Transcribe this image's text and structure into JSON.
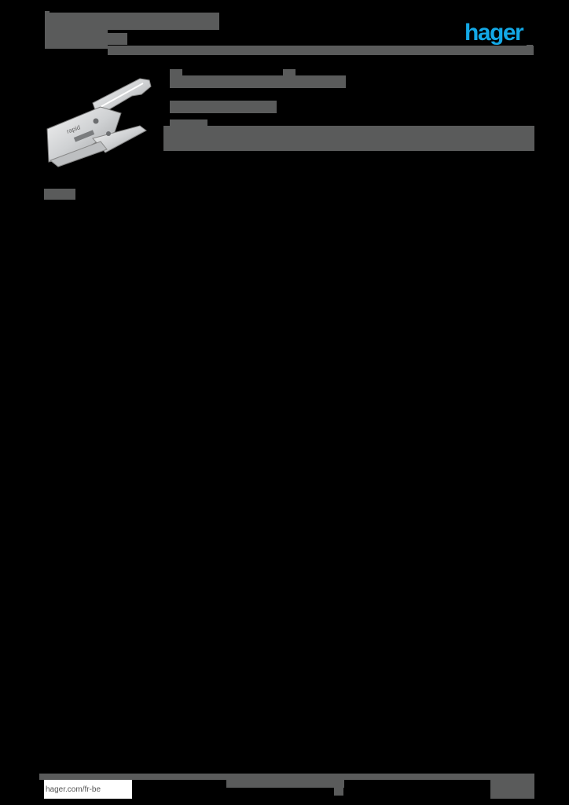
{
  "header": {
    "title": "",
    "subtitle": "",
    "brand_logo": "hager",
    "brand_color": "#13a8e6"
  },
  "product": {
    "image_alt": "plier stapler",
    "name": "",
    "reference": "",
    "description": ""
  },
  "section_label": "",
  "footer": {
    "website": "hager.com/fr-be",
    "center_text": "",
    "page_info": ""
  },
  "colors": {
    "background": "#000000",
    "redaction_gray": "#5a5b5b",
    "brand": "#13a8e6"
  }
}
